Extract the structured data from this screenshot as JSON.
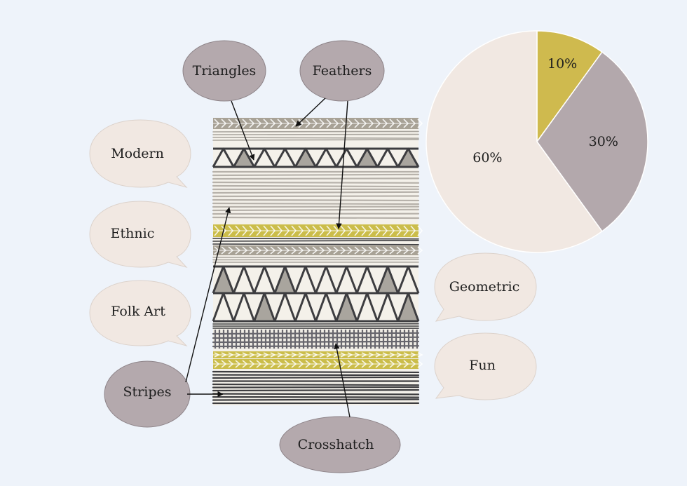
{
  "labels": {
    "triangles": "Triangles",
    "feathers": "Feathers",
    "stripes": "Stripes",
    "crosshatch": "Crosshatch"
  },
  "bubbles": {
    "modern": "Modern",
    "ethnic": "Ethnic",
    "folk_art": "Folk Art",
    "geometric": "Geometric",
    "fun": "Fun"
  },
  "chart_data": {
    "type": "pie",
    "categories": [
      "",
      "",
      ""
    ],
    "values": [
      10,
      30,
      60
    ],
    "labels": [
      "10%",
      "30%",
      "60%"
    ],
    "colors": [
      "#cfba4e",
      "#b3a8ac",
      "#f1e8e2"
    ],
    "title": "",
    "start_angle": "12 o'clock",
    "direction": "clockwise"
  },
  "colors": {
    "background": "#eef3fa",
    "pattern_label_fill": "#b4a9ad",
    "style_bubble_fill": "#f1e8e2",
    "rug_mustard": "#cbbd4a",
    "rug_charcoal": "#3d3d40",
    "rug_grey": "#a9a59e"
  }
}
